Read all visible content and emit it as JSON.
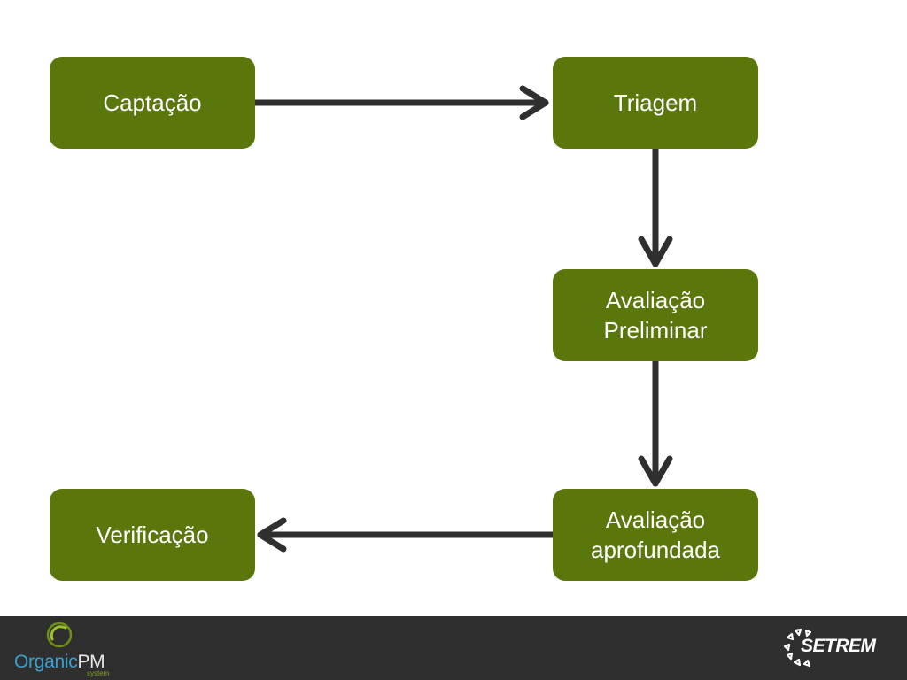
{
  "diagram": {
    "nodes": {
      "captacao": "Captação",
      "triagem": "Triagem",
      "avaliacao_preliminar": "Avaliação\nPreliminar",
      "avaliacao_aprofundada": "Avaliação\naprofundada",
      "verificacao": "Verificação"
    }
  },
  "footer": {
    "left_logo": {
      "organic": "Organic",
      "pm": "PM",
      "sub": "system"
    },
    "right_logo": {
      "text": "SETREM"
    }
  },
  "colors": {
    "node_fill": "#5a770b",
    "arrow": "#2f2f2f",
    "footer_bg": "#2f2f2f"
  }
}
